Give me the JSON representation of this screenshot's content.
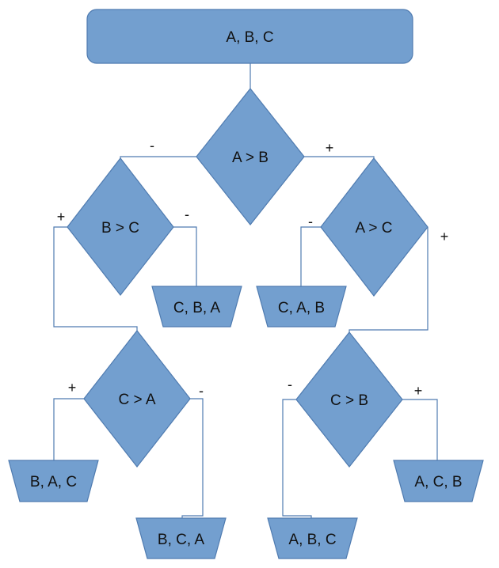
{
  "diagram": {
    "colors": {
      "fill": "#739fcf",
      "stroke": "#4f7bb0",
      "text": "#111111"
    },
    "nodes": [
      {
        "id": "start",
        "kind": "rect",
        "label": "A, B, C"
      },
      {
        "id": "d_ab",
        "kind": "decision",
        "label": "A > B"
      },
      {
        "id": "d_bc",
        "kind": "decision",
        "label": "B > C"
      },
      {
        "id": "d_ac",
        "kind": "decision",
        "label": "A > C"
      },
      {
        "id": "d_ca",
        "kind": "decision",
        "label": "C > A"
      },
      {
        "id": "d_cb",
        "kind": "decision",
        "label": "C > B"
      },
      {
        "id": "o_cba",
        "kind": "output",
        "label": "C, B, A"
      },
      {
        "id": "o_cab",
        "kind": "output",
        "label": "C, A, B"
      },
      {
        "id": "o_bac",
        "kind": "output",
        "label": "B, A, C"
      },
      {
        "id": "o_bca",
        "kind": "output",
        "label": "B, C, A"
      },
      {
        "id": "o_abc",
        "kind": "output",
        "label": "A, B, C"
      },
      {
        "id": "o_acb",
        "kind": "output",
        "label": "A, C, B"
      }
    ],
    "edges": [
      {
        "from": "start",
        "to": "d_ab",
        "label": ""
      },
      {
        "from": "d_ab",
        "to": "d_bc",
        "label": "-"
      },
      {
        "from": "d_ab",
        "to": "d_ac",
        "label": "+"
      },
      {
        "from": "d_bc",
        "to": "d_ca",
        "label": "+"
      },
      {
        "from": "d_bc",
        "to": "o_cba",
        "label": "-"
      },
      {
        "from": "d_ac",
        "to": "o_cab",
        "label": "-"
      },
      {
        "from": "d_ac",
        "to": "d_cb",
        "label": "+"
      },
      {
        "from": "d_ca",
        "to": "o_bac",
        "label": "+"
      },
      {
        "from": "d_ca",
        "to": "o_bca",
        "label": "-"
      },
      {
        "from": "d_cb",
        "to": "o_abc",
        "label": "-"
      },
      {
        "from": "d_cb",
        "to": "o_acb",
        "label": "+"
      }
    ]
  }
}
